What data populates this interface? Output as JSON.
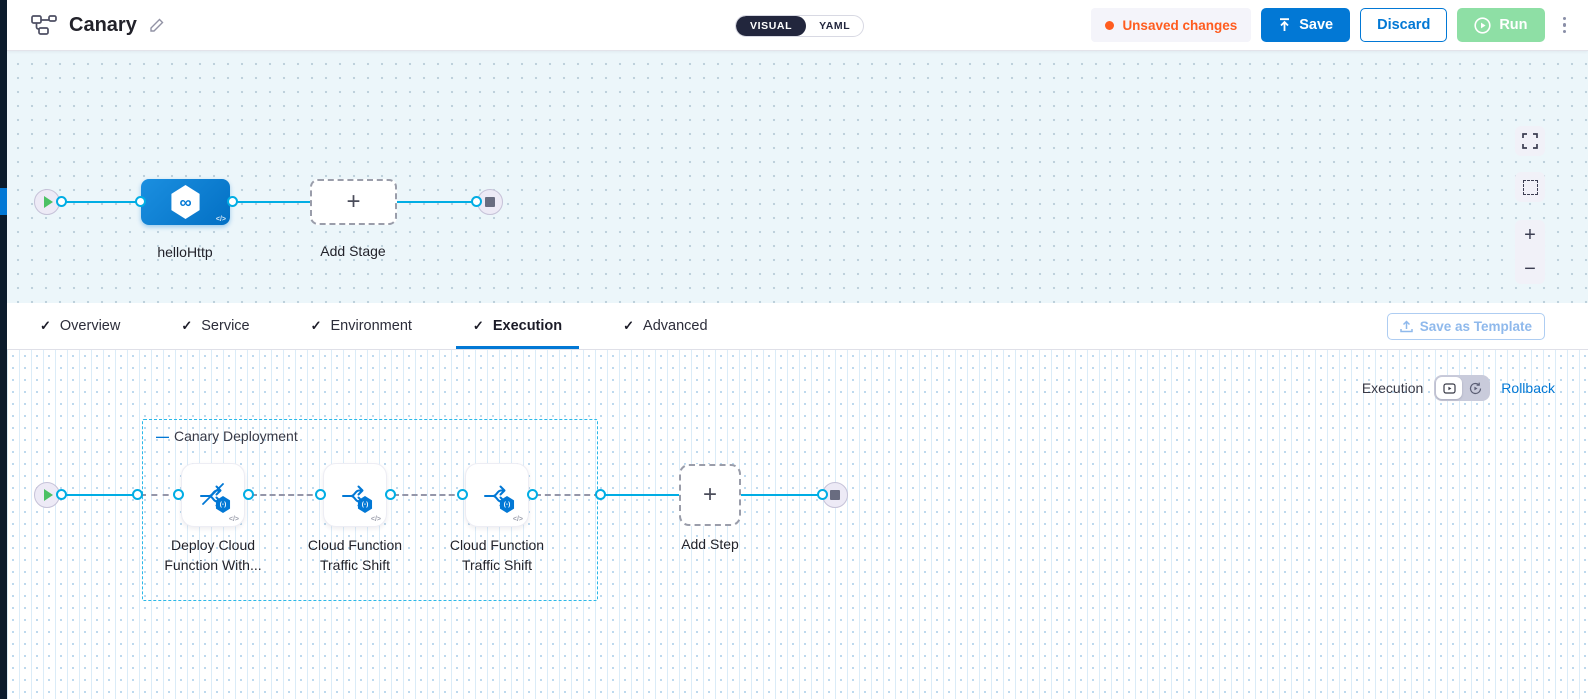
{
  "header": {
    "title": "Canary",
    "mode_visual": "VISUAL",
    "mode_yaml": "YAML",
    "unsaved_changes": "Unsaved changes",
    "save": "Save",
    "discard": "Discard",
    "run": "Run"
  },
  "stage_canvas": {
    "stage_name": "helloHttp",
    "add_stage": "Add Stage"
  },
  "tabs": {
    "items": [
      {
        "label": "Overview"
      },
      {
        "label": "Service"
      },
      {
        "label": "Environment"
      },
      {
        "label": "Execution"
      },
      {
        "label": "Advanced"
      }
    ],
    "active_tab": "Execution",
    "save_as_template": "Save as Template"
  },
  "execution_canvas": {
    "mode_label": "Execution",
    "rollback_link": "Rollback",
    "group_title": "Canary Deployment",
    "steps": [
      {
        "name": "Deploy Cloud Function With..."
      },
      {
        "name": "Cloud Function Traffic Shift"
      },
      {
        "name": "Cloud Function Traffic Shift"
      }
    ],
    "add_step": "Add Step"
  },
  "icons": {
    "check": "✓",
    "plus": "+",
    "minus_zoom": "−",
    "infinity": "∞",
    "code": "</>",
    "badge_glyph": "(-)",
    "collapse_dash": "—"
  },
  "colors": {
    "accent_blue": "#0278d5",
    "line_cyan": "#00ade4",
    "unsaved_orange": "#ff5c1f",
    "run_green": "#8edfa5",
    "rail_navy": "#0b1b2c",
    "toggle_navy": "#22263d"
  }
}
